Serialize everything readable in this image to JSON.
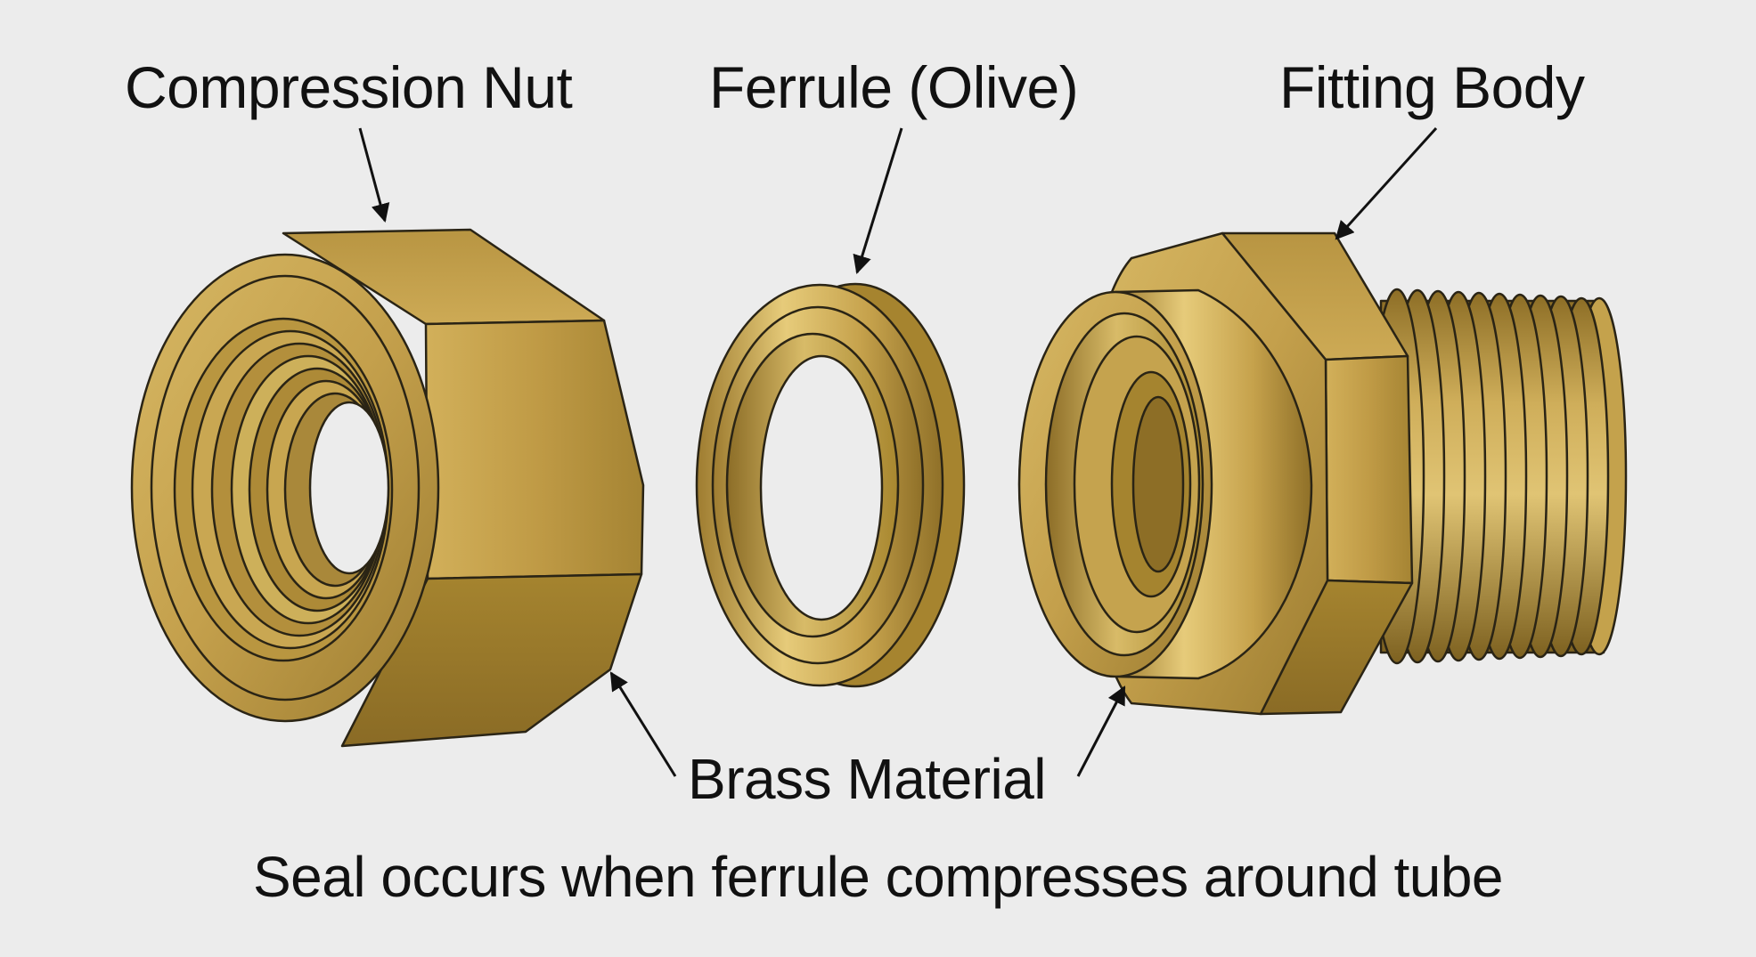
{
  "labels": {
    "compression_nut": "Compression Nut",
    "ferrule": "Ferrule (Olive)",
    "fitting_body": "Fitting Body",
    "brass_material": "Brass Material"
  },
  "caption": "Seal occurs when ferrule compresses around tube",
  "colors": {
    "background": "#ececec",
    "brass_light": "#e4c877",
    "brass_mid": "#b8953e",
    "brass_dark": "#876a28",
    "outline": "#2a2415",
    "text": "#111111"
  },
  "icons": [
    "arrow-icon"
  ]
}
